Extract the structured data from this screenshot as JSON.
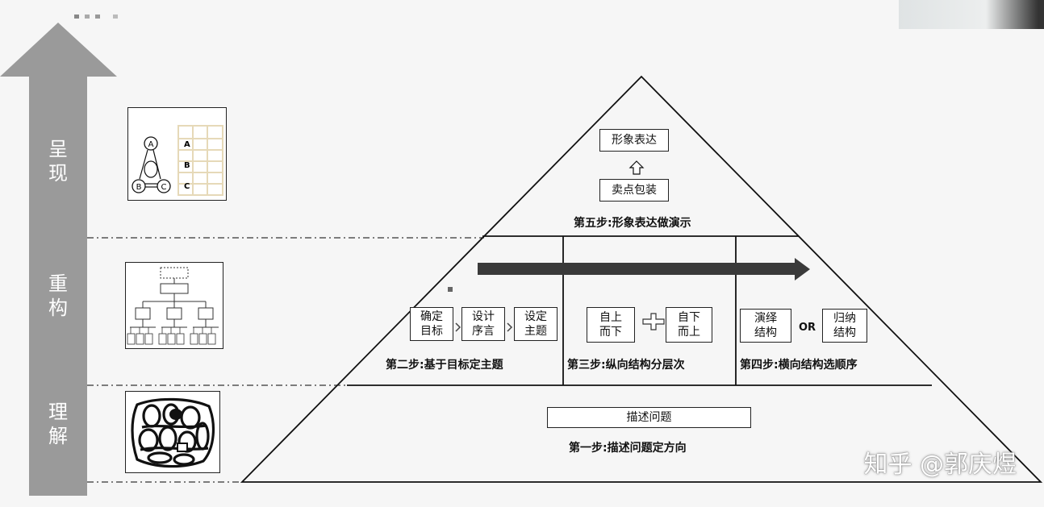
{
  "colors": {
    "arrow": "#9a9a9a",
    "arrow_label": "#ffffff",
    "lines": "#222222",
    "band_arrow": "#3a3a3a"
  },
  "left_arrow": {
    "levels": [
      "呈现",
      "重构",
      "理解"
    ]
  },
  "top": {
    "box_top": "形象表达",
    "box_bottom": "卖点包装",
    "step": "第五步:形象表达做演示"
  },
  "middle": {
    "left_boxes": [
      "确定目标",
      "设计序言",
      "设定主题"
    ],
    "left_step": "第二步:基于目标定主题",
    "center_boxes": [
      "自上而下",
      "自下而上"
    ],
    "center_step": "第三步:纵向结构分层次",
    "right_boxes": [
      "演绎结构",
      "归纳结构"
    ],
    "right_or": "OR",
    "right_step": "第四步:横向结构选顺序"
  },
  "bottom": {
    "box": "描述问题",
    "step": "第一步:描述问题定方向"
  },
  "thumb_top_labels": [
    "A",
    "B",
    "C"
  ],
  "thumb_graph_nodes": [
    "A",
    "B",
    "C"
  ],
  "watermark": "知乎 @郭庆煜",
  "icons": [
    "up-arrow-icon",
    "right-chevron-icon",
    "plus-icon",
    "right-arrow-icon"
  ]
}
